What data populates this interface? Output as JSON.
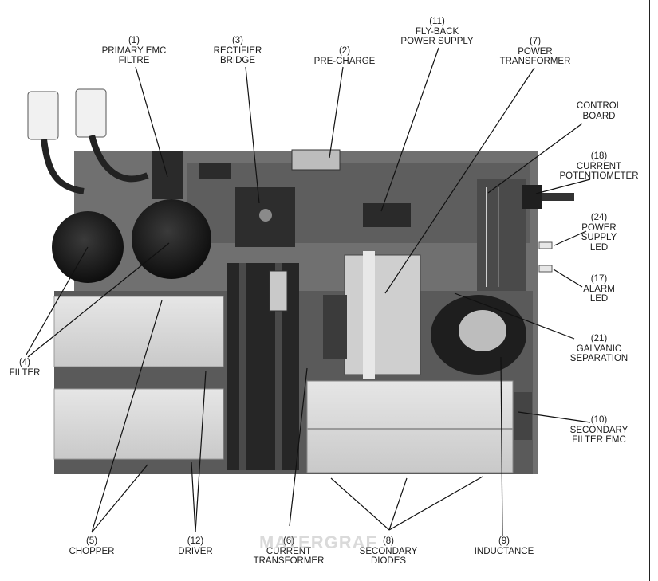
{
  "labels": {
    "primary_emc": {
      "num": "(1)",
      "l1": "PRIMARY EMC",
      "l2": "FILTRE"
    },
    "rectifier": {
      "num": "(3)",
      "l1": "RECTIFIER",
      "l2": "BRIDGE"
    },
    "precharge": {
      "num": "(2)",
      "l1": "PRE-CHARGE"
    },
    "flyback": {
      "num": "(11)",
      "l1": "FLY-BACK",
      "l2": "POWER SUPPLY"
    },
    "power_transformer": {
      "num": "(7)",
      "l1": "POWER",
      "l2": "TRANSFORMER"
    },
    "control_board": {
      "l1": "CONTROL",
      "l2": "BOARD"
    },
    "current_pot": {
      "num": "(18)",
      "l1": "CURRENT",
      "l2": "POTENTIOMETER"
    },
    "power_led": {
      "num": "(24)",
      "l1": "POWER",
      "l2": "SUPPLY",
      "l3": "LED"
    },
    "alarm_led": {
      "num": "(17)",
      "l1": "ALARM",
      "l2": "LED"
    },
    "galvanic": {
      "num": "(21)",
      "l1": "GALVANIC",
      "l2": "SEPARATION"
    },
    "secondary_emc": {
      "num": "(10)",
      "l1": "SECONDARY",
      "l2": "FILTER EMC"
    },
    "filter": {
      "num": "(4)",
      "l1": "FILTER"
    },
    "chopper": {
      "num": "(5)",
      "l1": "CHOPPER"
    },
    "driver": {
      "num": "(12)",
      "l1": "DRIVER"
    },
    "current_transformer": {
      "num": "(6)",
      "l1": "CURRENT",
      "l2": "TRANSFORMER"
    },
    "secondary_diodes": {
      "num": "(8)",
      "l1": "SECONDARY",
      "l2": "DIODES"
    },
    "inductance": {
      "num": "(9)",
      "l1": "INDUCTANCE"
    }
  },
  "watermark": "MATERGRAF",
  "colors": {
    "board": "#6f6f6f",
    "heatsink": "#dcdcdc",
    "ink": "#1a1a1a",
    "capacitor": "#1c1c1c"
  }
}
